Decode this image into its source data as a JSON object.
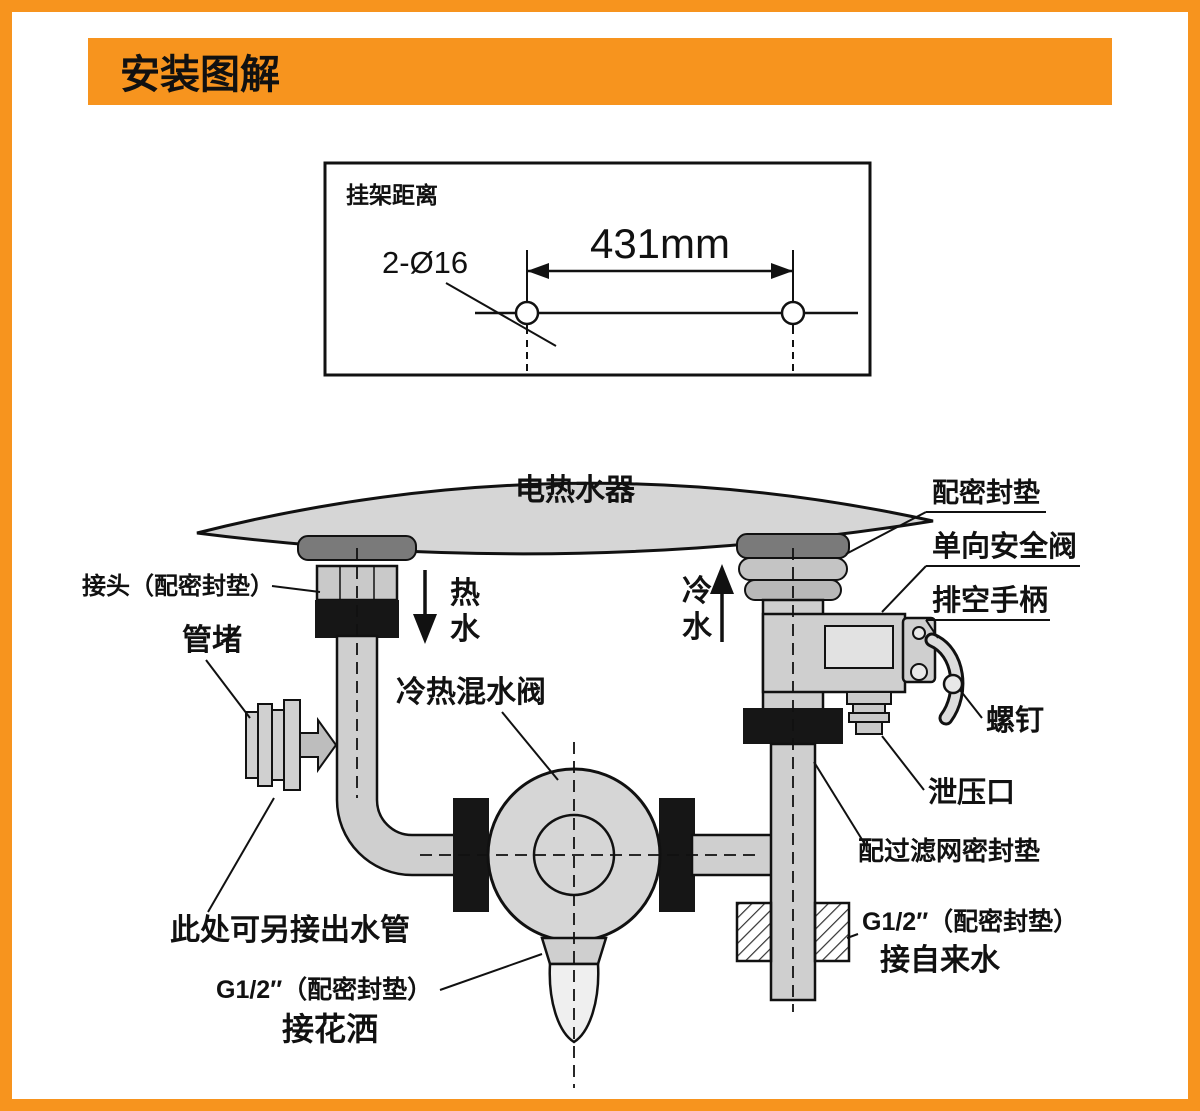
{
  "header": {
    "title": "安装图解"
  },
  "colors": {
    "accent_orange": "#F7941E",
    "line_black": "#111111",
    "pipe_gray": "#cfcfcf"
  },
  "bracket_box": {
    "title": "挂架距离",
    "holes_label": "2-Ø16",
    "distance_label": "431mm"
  },
  "diagram": {
    "heater_label": "电热水器",
    "flow": {
      "hot_1": "热",
      "hot_2": "水",
      "cold_1": "冷",
      "cold_2": "水"
    },
    "labels": {
      "top_seal": "配密封垫",
      "safety_valve": "单向安全阀",
      "drain_handle": "排空手柄",
      "screw": "螺钉",
      "relief_port": "泄压口",
      "filter_seal": "配过滤网密封垫",
      "tap_spec": "G1/2″（配密封垫）",
      "tap_connect": "接自来水",
      "joint": "接头（配密封垫）",
      "pipe_plug": "管堵",
      "mixing_valve": "冷热混水阀",
      "extra_outlet": "此处可另接出水管",
      "shower_spec": "G1/2″（配密封垫）",
      "shower_connect": "接花洒"
    }
  }
}
